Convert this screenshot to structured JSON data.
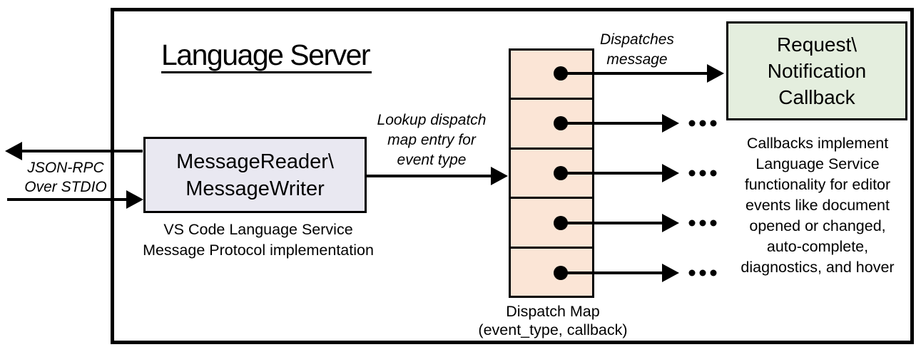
{
  "colors": {
    "background": "#FFFFFF",
    "stroke": "#000000",
    "reader_box_fill": "#E9E8F1",
    "callback_box_fill": "#E4EEDE",
    "dispatch_cell_fill": "#FBE5D6"
  },
  "title": "Language Server",
  "reader_box": {
    "label": [
      "MessageReader\\",
      "MessageWriter"
    ],
    "caption": [
      "VS Code Language Service",
      "Message Protocol implementation"
    ]
  },
  "callback_box": {
    "label": [
      "Request\\",
      "Notification",
      "Callback"
    ]
  },
  "dispatch_map": {
    "cell_count": 5,
    "label": [
      "Dispatch Map",
      "(event_type, callback)"
    ]
  },
  "annotations": {
    "stdio": [
      "JSON-RPC",
      "Over STDIO"
    ],
    "lookup": [
      "Lookup dispatch",
      "map entry for",
      "event type"
    ],
    "dispatches": [
      "Dispatches",
      "message"
    ],
    "callbacks_note": [
      "Callbacks implement",
      "Language Service",
      "functionality for editor",
      "events like document",
      "opened or changed,",
      "auto-complete,",
      "diagnostics, and hover"
    ]
  }
}
